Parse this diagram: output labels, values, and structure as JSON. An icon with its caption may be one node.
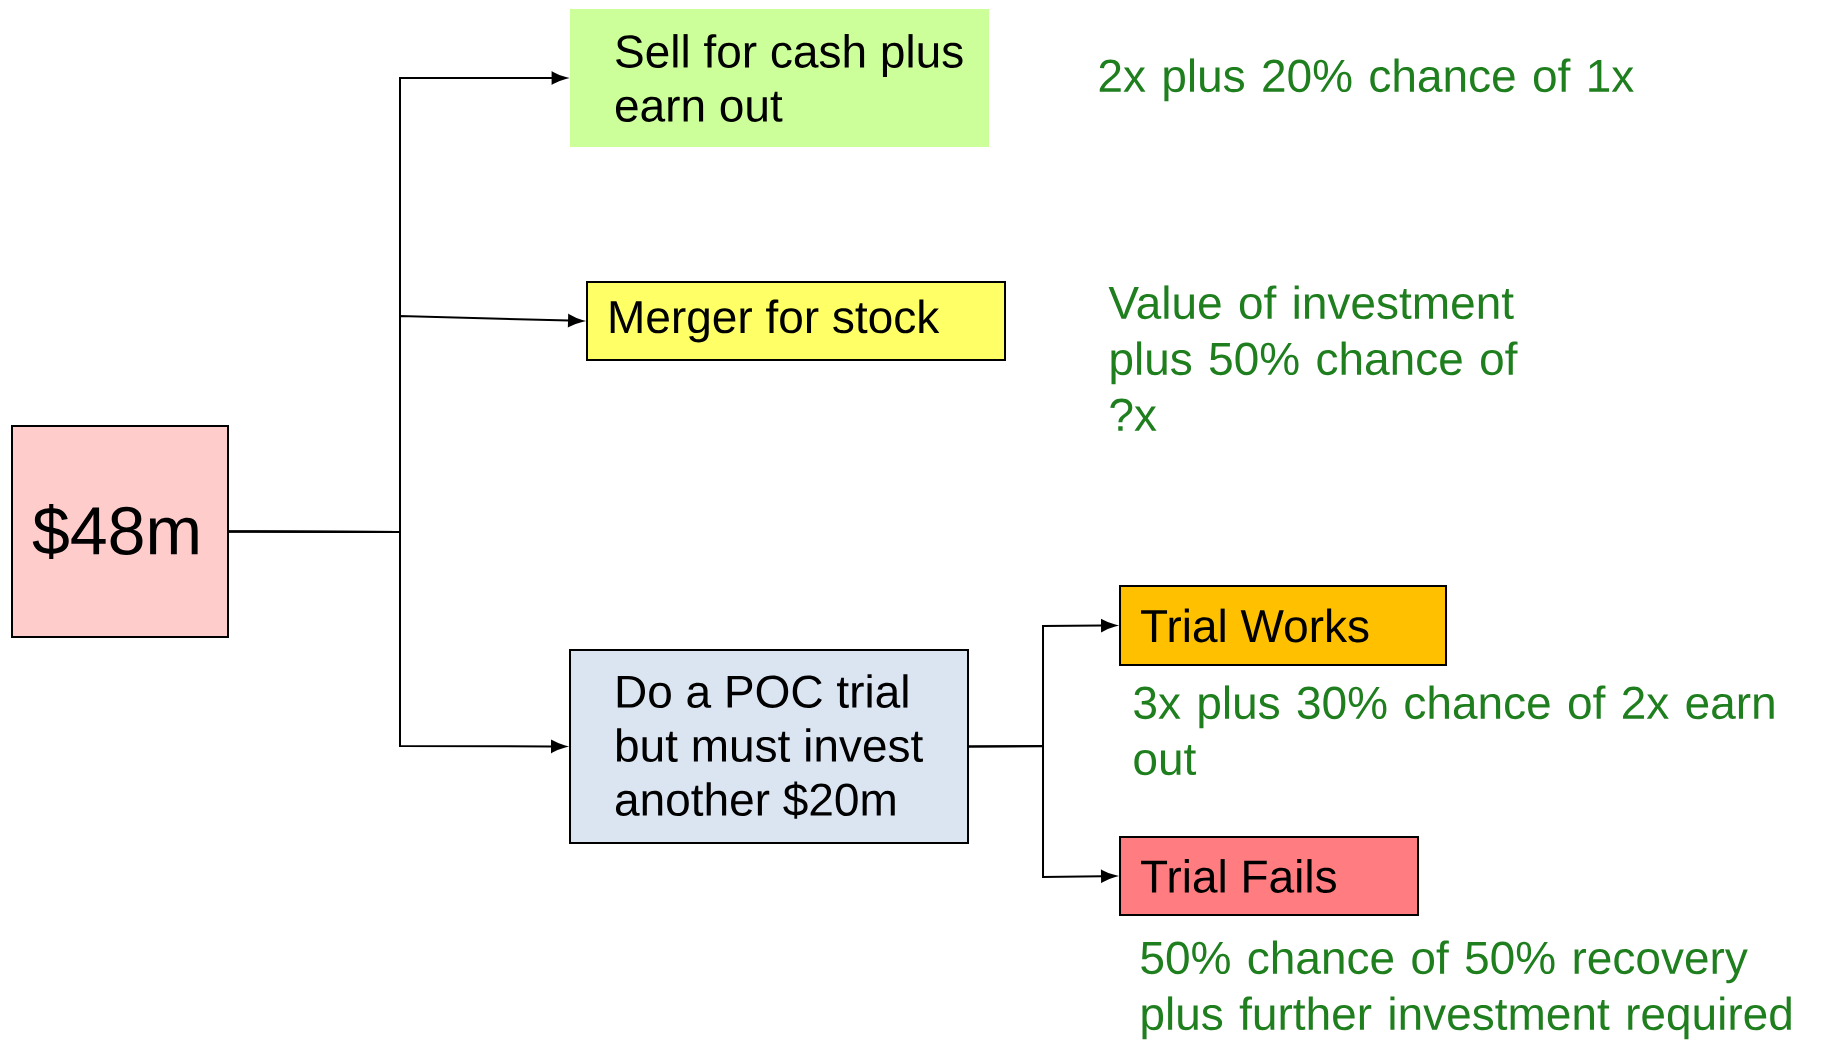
{
  "diagram": {
    "nodes": [
      {
        "text": [
          "$48m"
        ]
      },
      {
        "text": [
          "Sell for cash plus earn out"
        ],
        "beside": [
          "2x plus 20% chance of 1x"
        ]
      },
      {
        "text": [
          "Merger for stock"
        ],
        "beside": [
          "Value of investment plus 50% chance of ?x"
        ]
      },
      {
        "text": [
          "Do a POC trial but must invest another $20m"
        ]
      },
      {
        "text": [
          "Trial Works"
        ],
        "beside": [
          "3x plus 30% chance of 2x earn out"
        ]
      },
      {
        "text": [
          "Trial Fails"
        ],
        "beside": [
          "50% chance of 50% recovery plus further investment required"
        ]
      }
    ],
    "edges": [
      {
        "from": 0,
        "to": 1,
        "arrow": "to"
      },
      {
        "from": 0,
        "to": 2,
        "arrow": "to"
      },
      {
        "from": 0,
        "to": 3,
        "arrow": "to"
      },
      {
        "from": 3,
        "to": 4,
        "arrow": "to"
      },
      {
        "from": 3,
        "to": 5,
        "arrow": "to"
      }
    ]
  }
}
